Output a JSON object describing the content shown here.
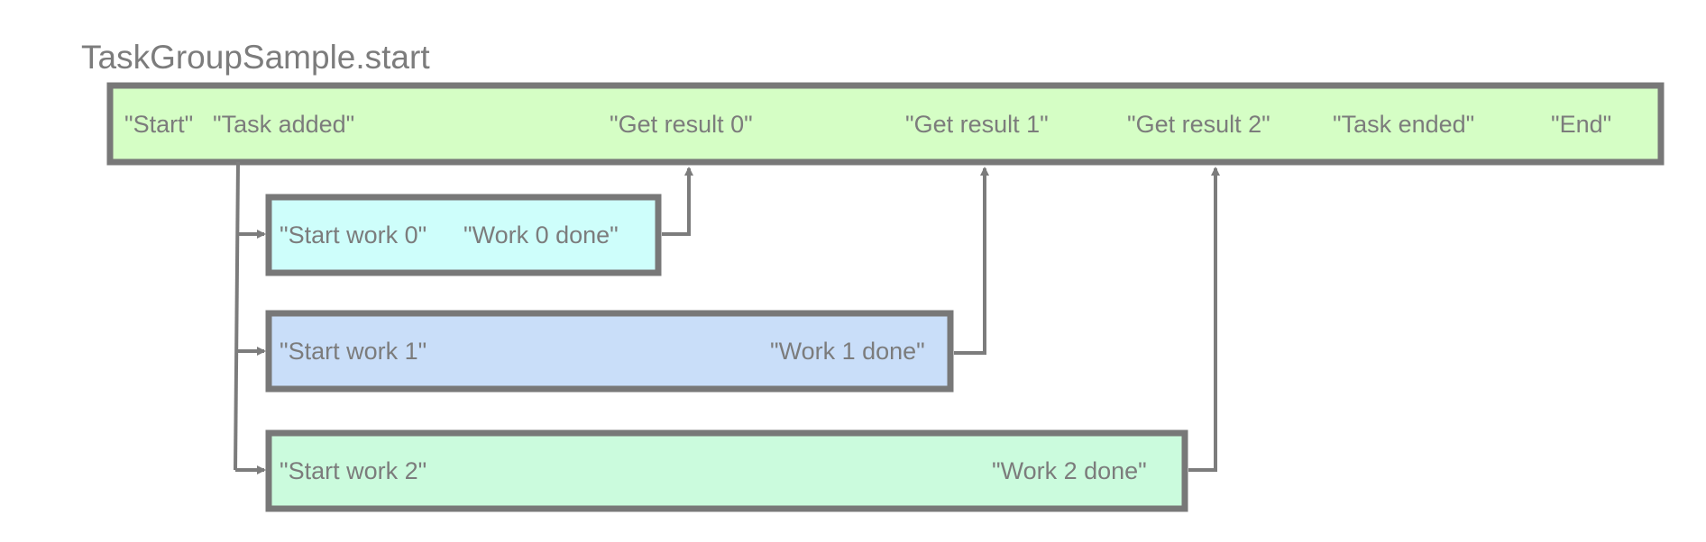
{
  "title": "TaskGroupSample.start",
  "colors": {
    "main": "#d5fec5",
    "work0": "#cefefb",
    "work1": "#c9def9",
    "work2": "#cbfbdd",
    "border": "#787878",
    "text": "#7c7c7c"
  },
  "main": {
    "start": "\"Start\"",
    "task_added": "\"Task added\"",
    "get_result_0": "\"Get result 0\"",
    "get_result_1": "\"Get result 1\"",
    "get_result_2": "\"Get result 2\"",
    "task_ended": "\"Task ended\"",
    "end": "\"End\""
  },
  "work0": {
    "start": "\"Start work 0\"",
    "done": "\"Work 0 done\""
  },
  "work1": {
    "start": "\"Start work 1\"",
    "done": "\"Work 1 done\""
  },
  "work2": {
    "start": "\"Start work 2\"",
    "done": "\"Work 2 done\""
  }
}
